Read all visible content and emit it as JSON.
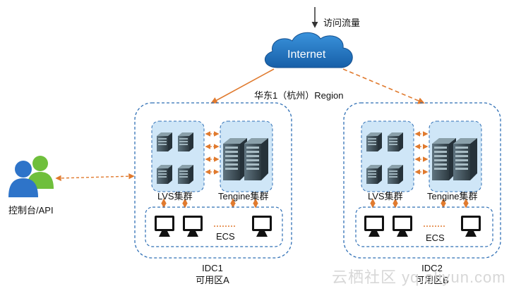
{
  "traffic_label": "访问流量",
  "internet_label": "Internet",
  "region_label": "华东1（杭州）Region",
  "user_label": "控制台/API",
  "idc1": {
    "lvs_label": "LVS集群",
    "tengine_label": "Tengine集群",
    "ecs_label": "ECS",
    "name": "IDC1",
    "zone": "可用区A"
  },
  "idc2": {
    "lvs_label": "LVS集群",
    "tengine_label": "Tengine集群",
    "ecs_label": "ECS",
    "name": "IDC2",
    "zone": "可用区B"
  },
  "watermark": "云栖社区 yq.aliyun.com",
  "colors": {
    "cloud": "#1e78c8",
    "dashed_border": "#2f6fb5",
    "cluster_fill": "#cfe6f7",
    "arrow": "#e07a2e",
    "server_dark": "#3a4a52",
    "monitor": "#111111"
  }
}
